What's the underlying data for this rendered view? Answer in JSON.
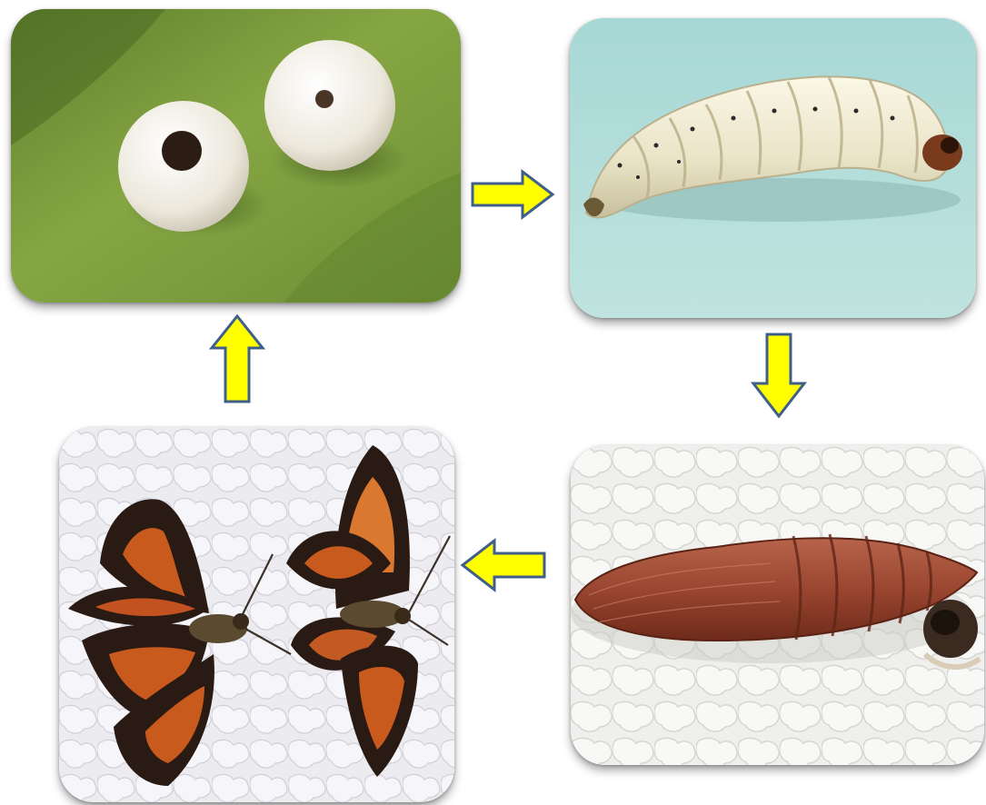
{
  "diagram": {
    "kind": "life-cycle",
    "stages": [
      {
        "id": "eggs",
        "icon": "eggs-photo"
      },
      {
        "id": "larva",
        "icon": "larva-photo"
      },
      {
        "id": "pupa",
        "icon": "pupa-photo"
      },
      {
        "id": "adults",
        "icon": "adult-moths-photo"
      }
    ],
    "arrows": [
      {
        "from": "eggs",
        "to": "larva",
        "direction": "right"
      },
      {
        "from": "larva",
        "to": "pupa",
        "direction": "down"
      },
      {
        "from": "pupa",
        "to": "adults",
        "direction": "left"
      },
      {
        "from": "adults",
        "to": "eggs",
        "direction": "up"
      }
    ]
  },
  "colors": {
    "arrow_fill": "#ffff00",
    "arrow_stroke": "#3f5f8a",
    "leaf_green": "#7a9a3a",
    "larva_bg": "#a9d8d6",
    "foam_white": "#eeeeec",
    "pupa_brown": "#9c4a35",
    "moth_orange": "#c85a1e"
  }
}
